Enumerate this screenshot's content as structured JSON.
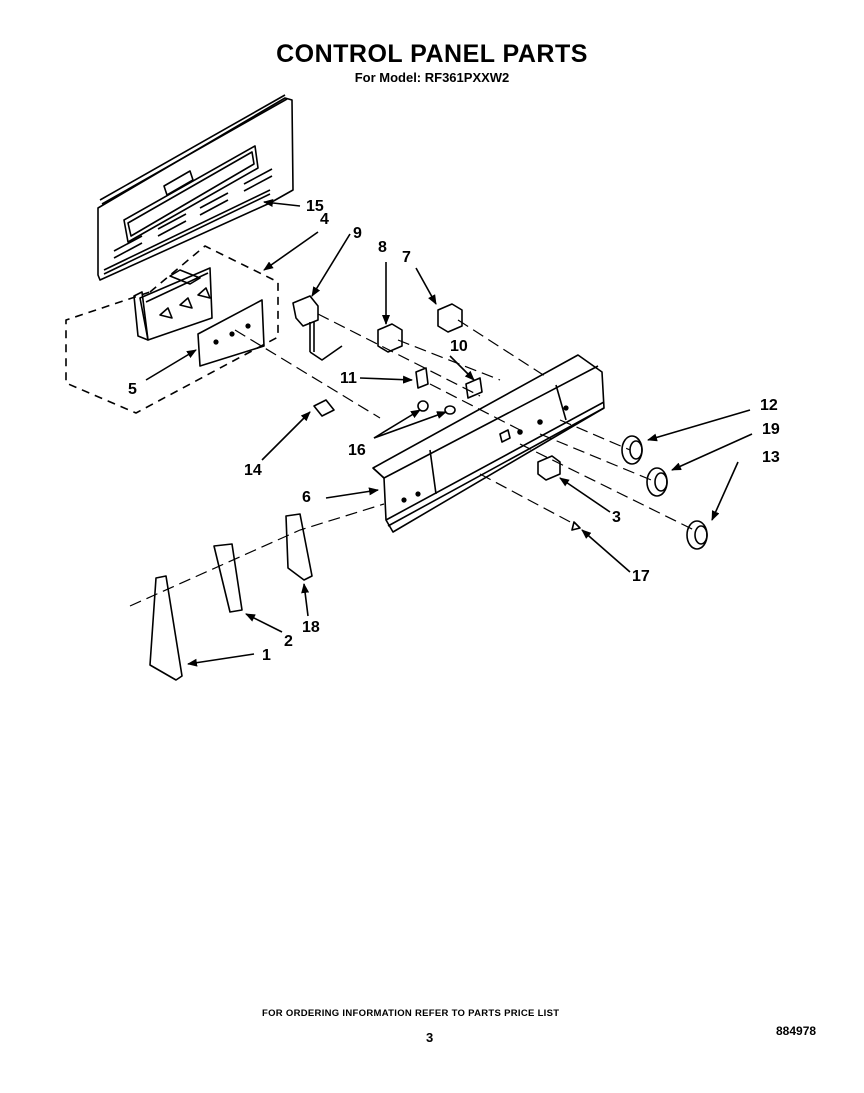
{
  "header": {
    "title": "CONTROL PANEL PARTS",
    "subtitle": "For Model: RF361PXXW2"
  },
  "diagram": {
    "callouts": [
      {
        "id": "1",
        "label": "1"
      },
      {
        "id": "2",
        "label": "2"
      },
      {
        "id": "3",
        "label": "3"
      },
      {
        "id": "4",
        "label": "4"
      },
      {
        "id": "5",
        "label": "5"
      },
      {
        "id": "6",
        "label": "6"
      },
      {
        "id": "7",
        "label": "7"
      },
      {
        "id": "8",
        "label": "8"
      },
      {
        "id": "9",
        "label": "9"
      },
      {
        "id": "10",
        "label": "10"
      },
      {
        "id": "11",
        "label": "11"
      },
      {
        "id": "12",
        "label": "12"
      },
      {
        "id": "13",
        "label": "13"
      },
      {
        "id": "14",
        "label": "14"
      },
      {
        "id": "15",
        "label": "15"
      },
      {
        "id": "16",
        "label": "16"
      },
      {
        "id": "17",
        "label": "17"
      },
      {
        "id": "18",
        "label": "18"
      },
      {
        "id": "19",
        "label": "19"
      }
    ]
  },
  "footer": {
    "ordering_note": "FOR ORDERING INFORMATION REFER TO PARTS PRICE LIST",
    "page_number": "3",
    "document_id": "884978"
  }
}
